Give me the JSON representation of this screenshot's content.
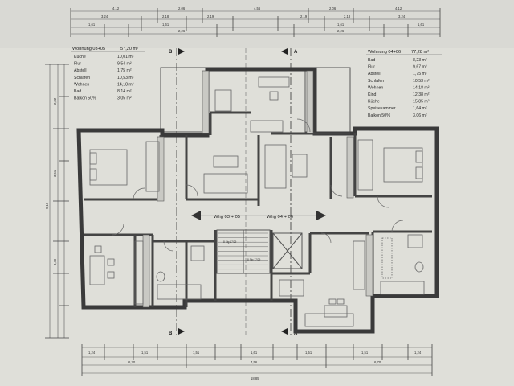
{
  "section_labels": {
    "b": "B",
    "a": "A"
  },
  "unit_left": {
    "title": "Wohnung 03+05",
    "total": "57,20 m²",
    "rooms": [
      {
        "name": "Küche",
        "area": "10,01 m²"
      },
      {
        "name": "Flur",
        "area": "9,54 m²"
      },
      {
        "name": "Abstell",
        "area": "1,75 m²"
      },
      {
        "name": "Schlafen",
        "area": "10,53 m²"
      },
      {
        "name": "Wohnen",
        "area": "14,18 m²"
      },
      {
        "name": "Bad",
        "area": "8,14 m²"
      },
      {
        "name": "Balkon 50%",
        "area": "3,05 m²"
      }
    ]
  },
  "unit_right": {
    "title": "Wohnung 04+06",
    "total": "77,28 m²",
    "rooms": [
      {
        "name": "Bad",
        "area": "8,23 m²"
      },
      {
        "name": "Flur",
        "area": "9,67 m²"
      },
      {
        "name": "Abstell",
        "area": "1,75 m²"
      },
      {
        "name": "Schlafen",
        "area": "10,53 m²"
      },
      {
        "name": "Wohnen",
        "area": "14,18 m²"
      },
      {
        "name": "Kind",
        "area": "12,38 m²"
      },
      {
        "name": "Küche",
        "area": "15,85 m²"
      },
      {
        "name": "Speisekammer",
        "area": "1,64 m²"
      },
      {
        "name": "Balkon 50%",
        "area": "3,06 m²"
      }
    ]
  },
  "markers": {
    "left_unit": "Whg 03 + 05",
    "right_unit": "Whg 04 + 06"
  },
  "stairs": {
    "left": "8 Stg 17/29",
    "right": "8 Stg 17/29"
  },
  "top_dims": {
    "row1": [
      "4,12",
      "2,06",
      "4,56",
      "2,06",
      "4,12"
    ],
    "row2": [
      "3,24",
      "2,18",
      "2,19",
      "2,19",
      "2,18",
      "3,24"
    ],
    "row3": [
      "1,61",
      "1,61",
      "1,61",
      "1,61"
    ],
    "row4": [
      "2,26",
      "2,26"
    ]
  },
  "bottom_dims": {
    "row1": [
      "1,24",
      "1,51",
      "1,51",
      "1,61",
      "1,51",
      "1,51",
      "1,24"
    ],
    "row2": [
      "6,70",
      "4,56",
      "6,70"
    ],
    "overall": "18,85"
  },
  "left_dims": {
    "outer": "9,16",
    "inner": [
      "2,82",
      "3,51",
      "3,40"
    ]
  }
}
